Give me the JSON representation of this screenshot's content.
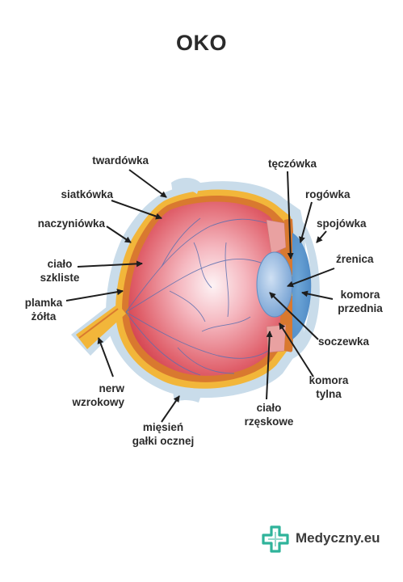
{
  "title": "OKO",
  "labels": {
    "twardowka": "twardówka",
    "siatkowka": "siatkówka",
    "naczyniowka": "naczyniówka",
    "cialo_szkliste": [
      "ciało",
      "szkliste"
    ],
    "plamka_zolta": [
      "plamka",
      "żółta"
    ],
    "nerw_wzrokowy": [
      "nerw",
      "wzrokowy"
    ],
    "miesien": [
      "mięsień",
      "gałki ocznej"
    ],
    "cialo_rzeskowe": [
      "ciało",
      "rzęskowe"
    ],
    "komora_tylna": [
      "komora",
      "tylna"
    ],
    "soczewka": "soczewka",
    "komora_przednia": [
      "komora",
      "przednia"
    ],
    "zrenica": "źrenica",
    "spojowka": "spojówka",
    "rogowka": "rogówka",
    "teczowka": "tęczówka"
  },
  "brand": {
    "name": "Medyczny.eu",
    "color": "#2fb39a"
  },
  "colors": {
    "sclera": "#c9dcea",
    "choroid": "#f2b63a",
    "retina": "#d9792f",
    "vitreous_center": "#fbe9ec",
    "vitreous_edge": "#d9424f",
    "lens": "#7aa6d6",
    "vessels": "#5a6fb0",
    "arrow": "#1e1e1e"
  }
}
